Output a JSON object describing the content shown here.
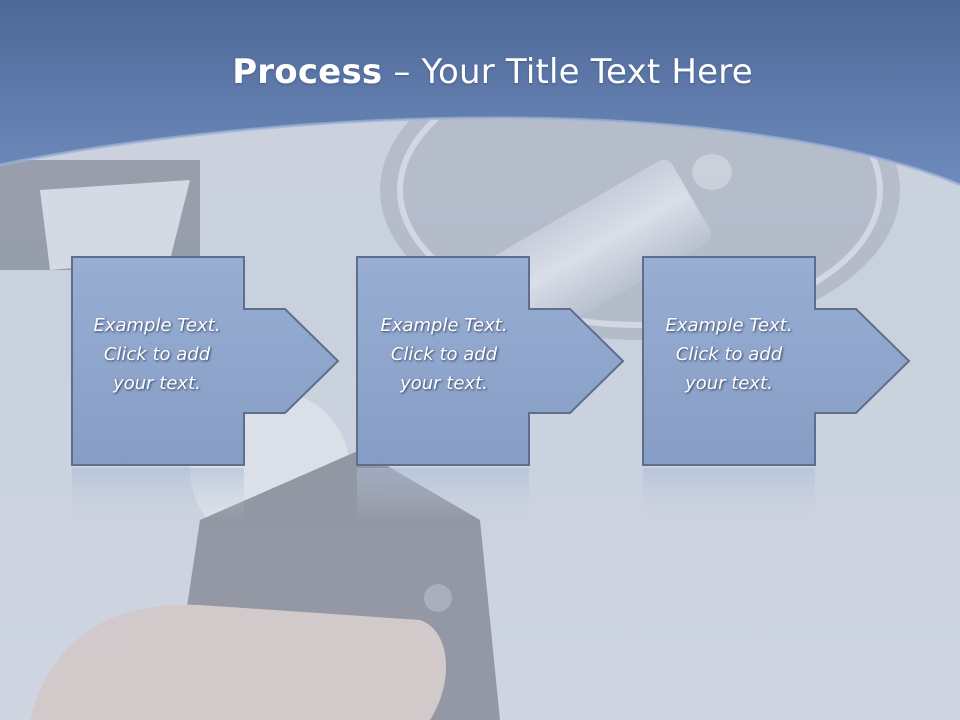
{
  "slide": {
    "title_bold": "Process",
    "title_rest": " – Your Title Text Here",
    "steps": [
      {
        "line1": "Example Text.",
        "line2": "Click  to add",
        "line3": "your text."
      },
      {
        "line1": "Example Text.",
        "line2": "Click  to add",
        "line3": "your text."
      },
      {
        "line1": "Example Text.",
        "line2": "Click  to add",
        "line3": "your text."
      }
    ]
  },
  "colors": {
    "header_blue": "#6b89bb",
    "step_fill": "#8fa6cc",
    "step_border": "#5e6e8c",
    "background": "#cbd3de"
  }
}
